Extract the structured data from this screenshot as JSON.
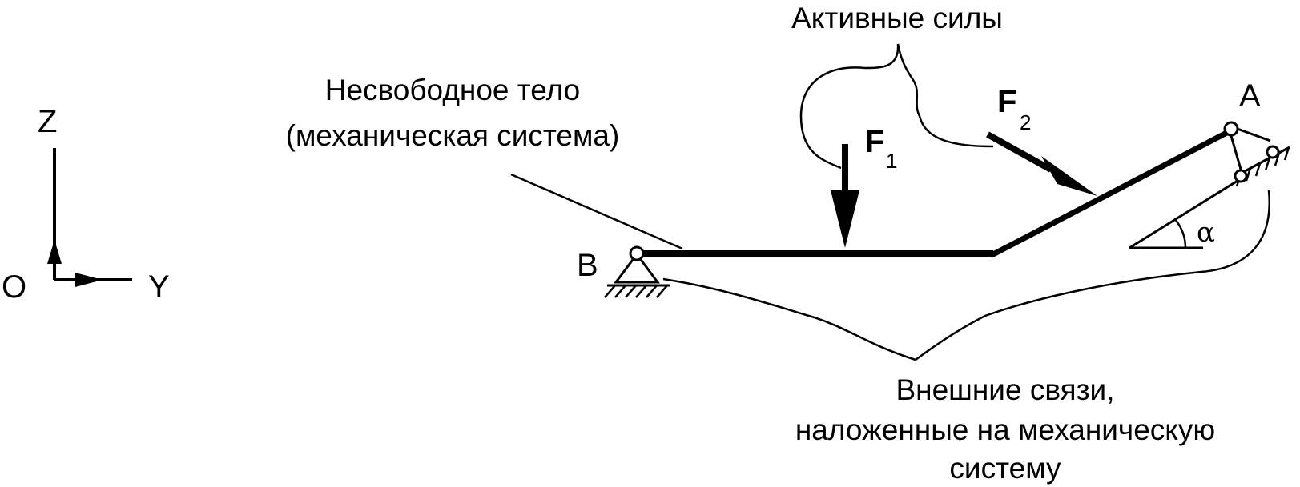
{
  "axes": {
    "z_label": "Z",
    "y_label": "Y",
    "origin_label": "O"
  },
  "points": {
    "a_label": "A",
    "b_label": "B"
  },
  "forces": [
    {
      "symbol": "F",
      "index": "1"
    },
    {
      "symbol": "F",
      "index": "2"
    }
  ],
  "angle_label": "α",
  "callouts": {
    "active_forces": "Активные силы",
    "body_line1": "Несвободное тело",
    "body_line2": "(механическая система)",
    "constraints_line1": "Внешние связи,",
    "constraints_line2": "наложенные на механическую",
    "constraints_line3": "систему"
  }
}
